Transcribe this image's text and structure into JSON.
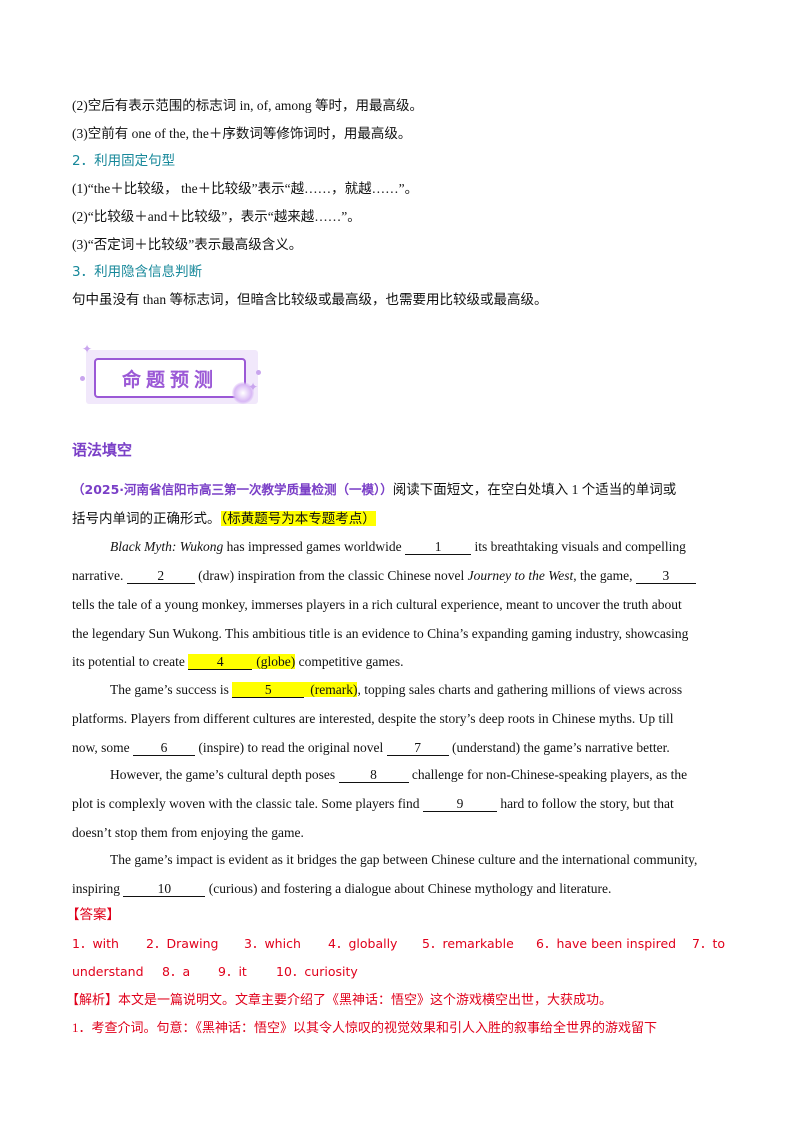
{
  "rules": {
    "l1": "(2)空后有表示范围的标志词 in, of, among 等时，用最高级。",
    "l2": "(3)空前有 one of the, the＋序数词等修饰词时，用最高级。",
    "h2": "2．利用固定句型",
    "l3": "(1)“the＋比较级， the＋比较级”表示“越……，就越……”。",
    "l4": "(2)“比较级＋and＋比较级”，表示“越来越……”。",
    "l5": "(3)“否定词＋比较级”表示最高级含义。",
    "h3": "3．利用隐含信息判断",
    "l6": "句中虽没有 than 等标志词，但暗含比较级或最高级，也需要用比较级或最高级。"
  },
  "banner": {
    "title": "命题预测"
  },
  "section_title": "语法填空",
  "intro": {
    "source": "（2025·河南省信阳市高三第一次教学质量检测（一模））",
    "text1": "阅读下面短文，在空白处填入 1 个适当的单词或",
    "text2": "括号内单词的正确形式。",
    "note": "（标黄题号为本专题考点）"
  },
  "passage": {
    "p1_title": "Black Myth: Wukong",
    "p1a": " has impressed games worldwide ",
    "b1": "1",
    "p1b": " its breathtaking visuals and compelling",
    "p2a": "narrative. ",
    "b2": "2",
    "p2b": " (draw) inspiration from the classic Chinese novel ",
    "p2_book": "Journey to the West",
    "p2c": ", the game, ",
    "b3": "3",
    "p3": "tells the tale of a young monkey, immerses players in a rich cultural experience, meant to uncover the truth about",
    "p4": "the legendary Sun Wukong. This ambitious title is an evidence to China’s expanding gaming industry, showcasing",
    "p5a": "its potential to create ",
    "b4": "4",
    "h4": "(globe)",
    "p5b": " competitive games.",
    "p6a": "The game’s success is ",
    "b5": "5",
    "h5": "(remark)",
    "p6b": ", topping sales charts and gathering millions of views across",
    "p7": "platforms. Players from different cultures are interested, despite the story’s deep roots in Chinese myths. Up till",
    "p8a": "now, some ",
    "b6": "6",
    "p8b": " (inspire) to read the original novel ",
    "b7": "7",
    "p8c": " (understand) the game’s narrative better.",
    "p9a": "However, the game’s cultural depth poses ",
    "b8": "8",
    "p9b": " challenge for non-Chinese-speaking players, as the",
    "p10a": "plot is complexly woven with the classic tale. Some players find ",
    "b9": "9",
    "p10b": " hard to follow the story, but that",
    "p11": "doesn’t stop them from enjoying the game.",
    "p12": "The game’s impact is evident as it bridges the gap between Chinese culture and the international community,",
    "p13a": "inspiring ",
    "b10": "10",
    "p13b": " (curious) and fostering a dialogue about Chinese mythology and literature."
  },
  "answer": {
    "label": "【答案】",
    "a1": "1．with",
    "a2": "2．Drawing",
    "a3": "3．which",
    "a4": "4．globally",
    "a5": "5．remarkable",
    "a6": "6．have been inspired",
    "a7": "7．to",
    "a7b": "understand",
    "a8": "8．a",
    "a9": "9．it",
    "a10": "10．curiosity"
  },
  "analysis": {
    "label": "【解析】",
    "text": "本文是一篇说明文。文章主要介绍了《黑神话：悟空》这个游戏横空出世，大获成功。",
    "q1": "1．考查介词。句意：《黑神话：悟空》以其令人惊叹的视觉效果和引人入胜的叙事给全世界的游戏留下"
  }
}
